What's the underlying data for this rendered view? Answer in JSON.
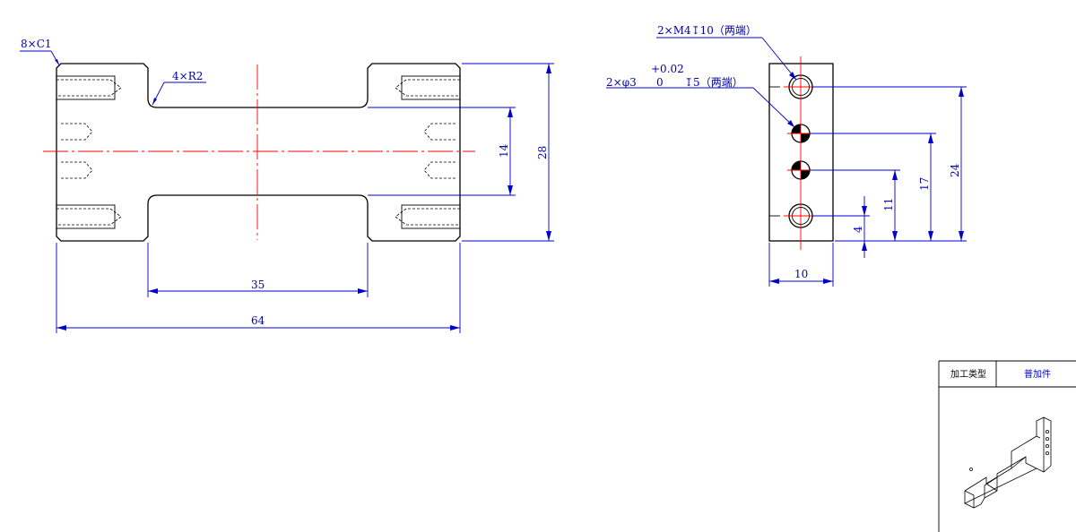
{
  "dimensions": {
    "chamfer": "8×C1",
    "fillet": "4×R2",
    "thread": "2×M4↧10（两端）",
    "pin_hole_prefix": "2×φ3",
    "pin_tol_upper": "+0.02",
    "pin_tol_lower": "0",
    "pin_depth": "↧5（两端）",
    "slot_width": "14",
    "overall_height": "28",
    "neck_length": "35",
    "overall_length": "64",
    "side_height_24": "24",
    "side_height_17": "17",
    "side_height_11": "11",
    "side_height_4": "4",
    "side_width": "10"
  },
  "title_block": {
    "process_label": "加工类型",
    "process_value": "普加件"
  },
  "colors": {
    "outline": "#000000",
    "centerline": "#ff0000",
    "dimension": "#0000cc"
  }
}
